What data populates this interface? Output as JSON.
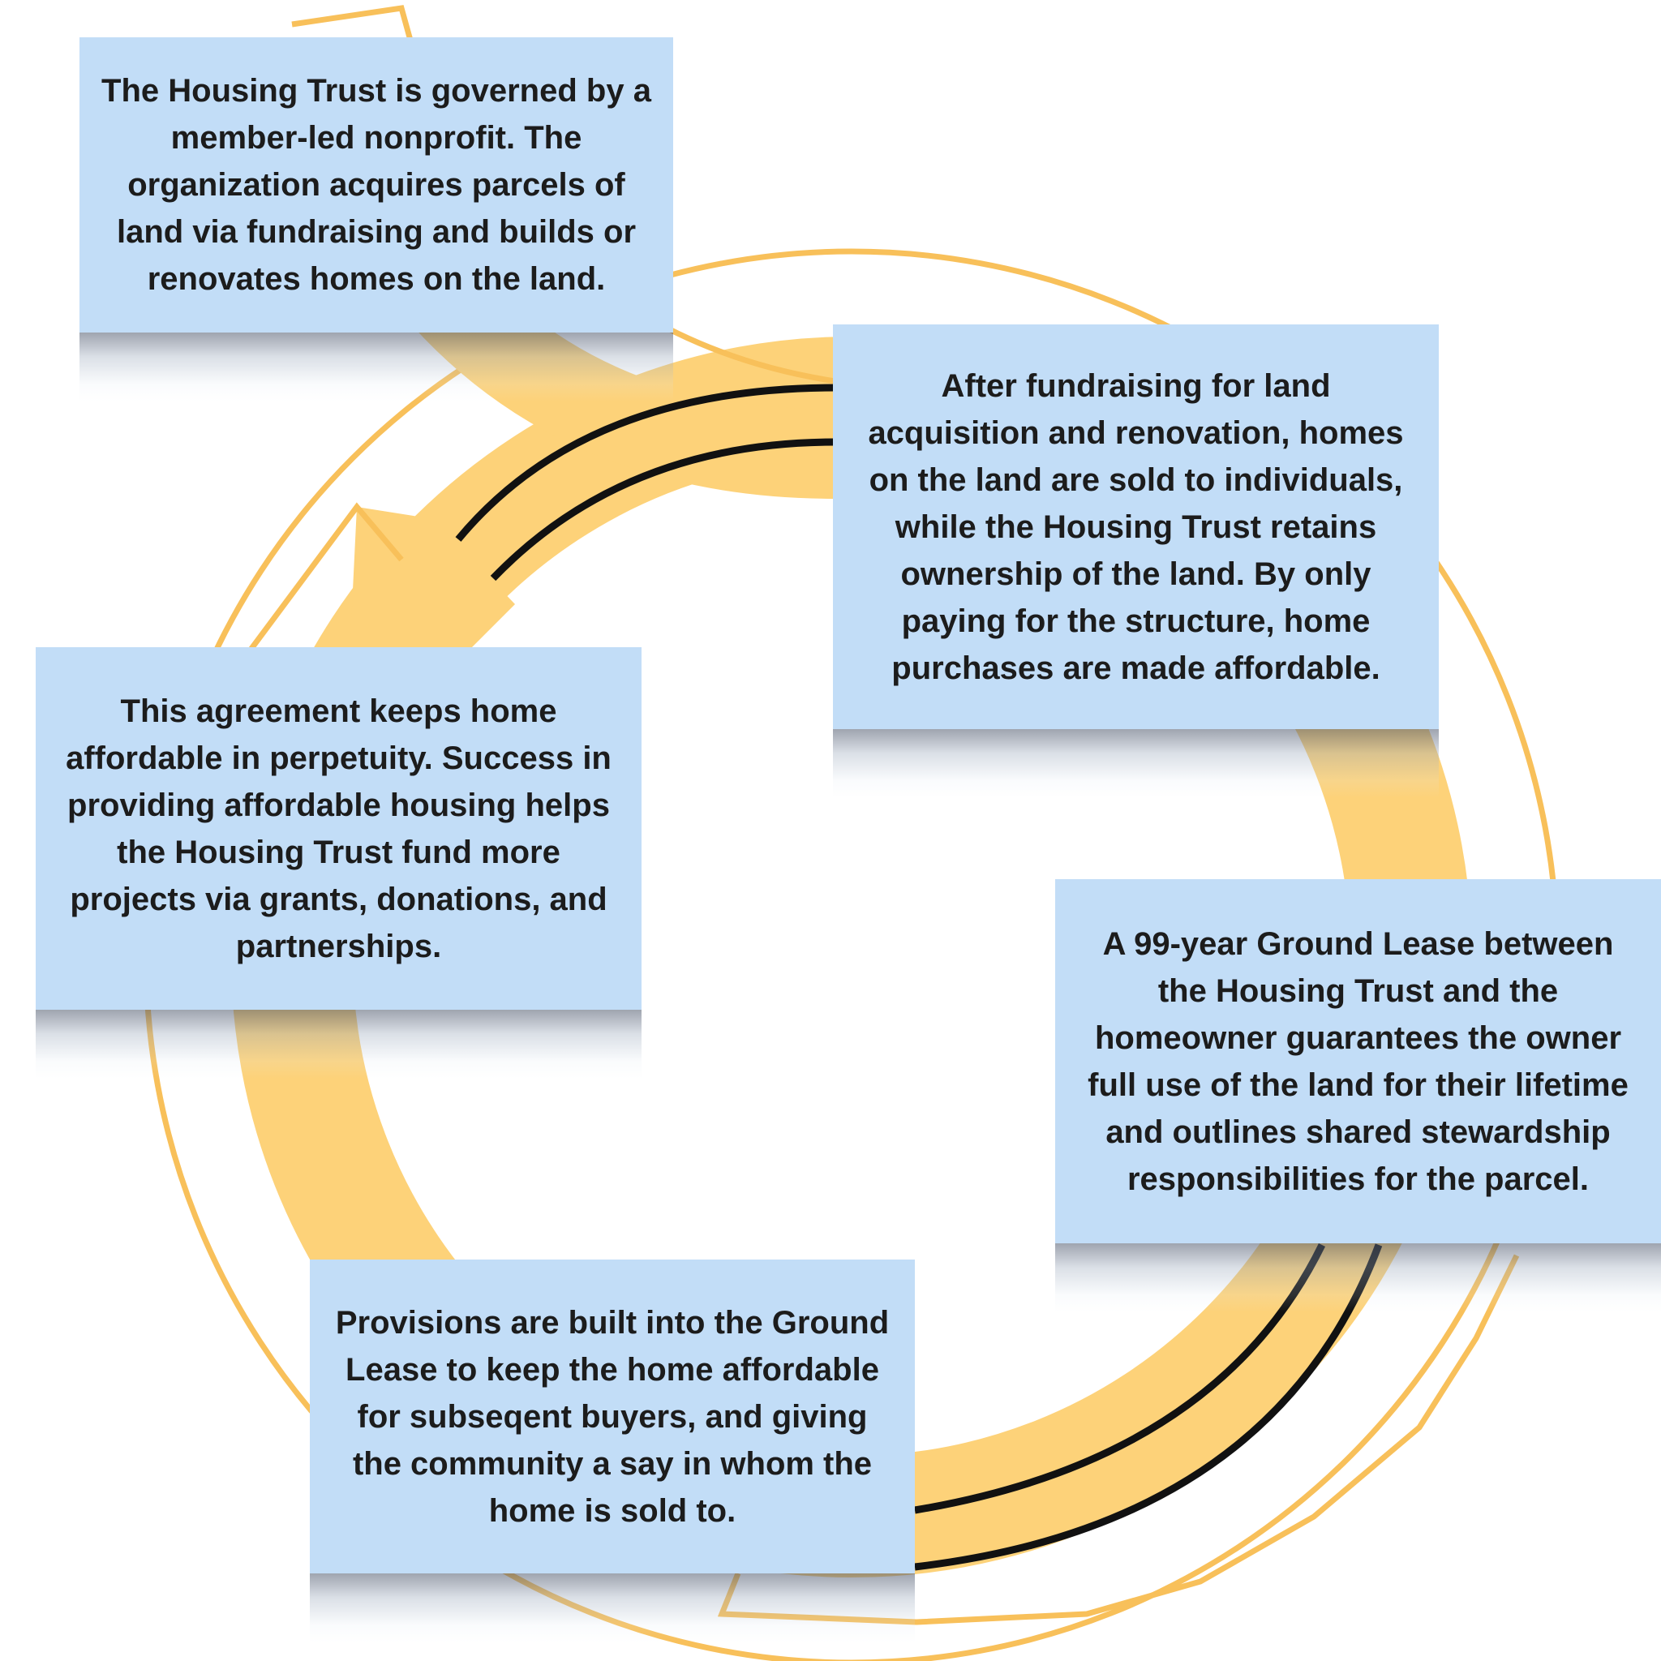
{
  "colors": {
    "box_fill": "#c2ddf7",
    "arrow_fill": "#fdd279",
    "arrow_outline": "#f8c05a",
    "connector_line": "#111111",
    "text": "#1c1c1c"
  },
  "steps": [
    {
      "text": "The Housing Trust is governed by a member-led nonprofit. The organization acquires parcels of land via fundraising and builds or renovates homes on the land."
    },
    {
      "text": "After fundraising for land acquisition and renovation, homes on the land are sold to individuals, while the Housing Trust retains ownership of the land. By only paying for the structure, home purchases are made affordable."
    },
    {
      "text": "A 99-year Ground Lease between the Housing Trust and the homeowner guarantees the owner full use of the land for their lifetime and outlines shared stewardship responsibilities for the parcel."
    },
    {
      "text": "Provisions are built into the Ground Lease to keep the home affordable for subseqent buyers, and giving the community a say in whom the home is sold to."
    },
    {
      "text": "This agreement keeps home affordable in perpetuity. Success in providing affordable housing helps the Housing Trust fund more projects via grants, donations, and partnerships."
    }
  ]
}
